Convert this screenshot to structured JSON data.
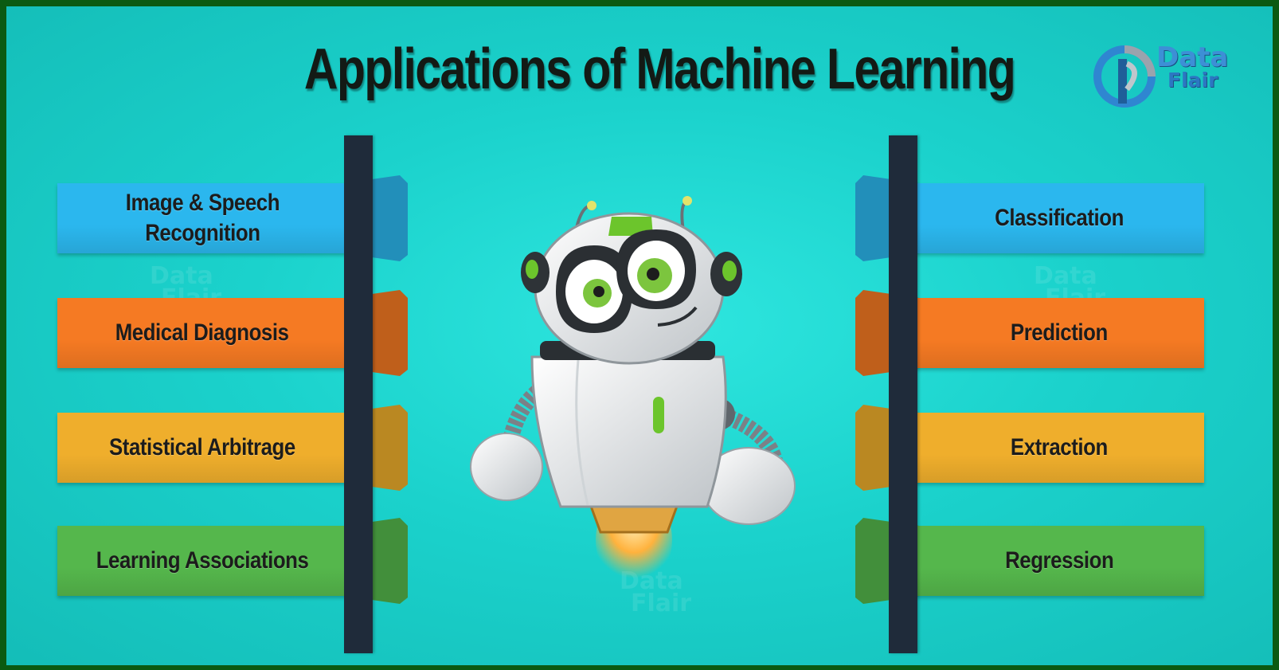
{
  "title": "Applications of Machine Learning",
  "logo": {
    "word1": "Data",
    "word2": "Flair",
    "icon": "dataflair-logo-icon"
  },
  "watermark": {
    "word1": "Data",
    "word2": "Flair"
  },
  "colors": {
    "background": "#1bd2cc",
    "frame": "#0b5a12",
    "post": "#1f2b3a",
    "blue": "#2bb7ee",
    "orange": "#f57a23",
    "yellow": "#efae2c",
    "green": "#55b74c"
  },
  "left_items": [
    {
      "label": "Image & Speech\nRecognition",
      "color": "blue"
    },
    {
      "label": "Medical Diagnosis",
      "color": "orange"
    },
    {
      "label": "Statistical Arbitrage",
      "color": "yellow"
    },
    {
      "label": "Learning Associations",
      "color": "green"
    }
  ],
  "right_items": [
    {
      "label": "Classification",
      "color": "blue"
    },
    {
      "label": "Prediction",
      "color": "orange"
    },
    {
      "label": "Extraction",
      "color": "yellow"
    },
    {
      "label": "Regression",
      "color": "green"
    }
  ],
  "mascot": {
    "icon": "robot-mascot-icon"
  }
}
